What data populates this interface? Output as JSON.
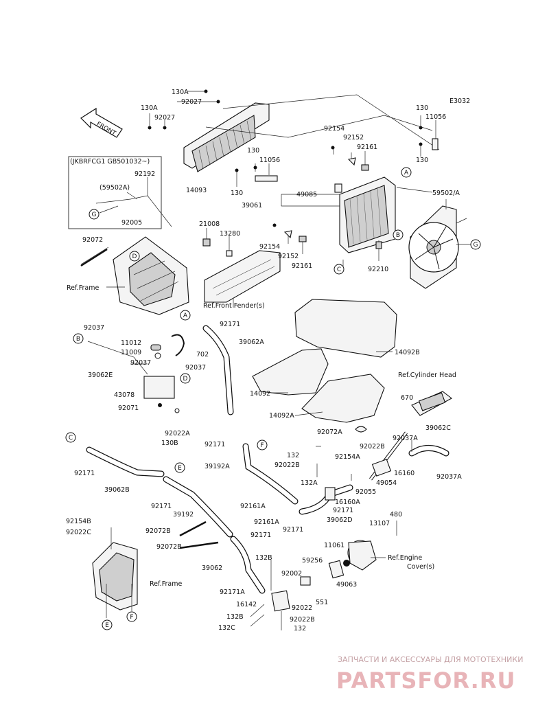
{
  "diagram_code": "E3032",
  "front_label": "FRONT",
  "box_note": "(JKBRFCG1 GB501032~)",
  "refs": {
    "frame_top": "Ref.Frame",
    "front_fender": "Ref.Front Fender(s)",
    "cylinder_head": "Ref.Cylinder Head",
    "engine_cover_1": "Ref.Engine",
    "engine_cover_2": "Cover(s)",
    "frame_bottom": "Ref.Frame"
  },
  "callouts": [
    "A",
    "B",
    "C",
    "D",
    "E",
    "F",
    "G"
  ],
  "parts": {
    "p130A_1": "130A",
    "p92027_1": "92027",
    "p130A_2": "130A",
    "p92027_2": "92027",
    "p130_1": "130",
    "p11056_1": "11056",
    "p130_2": "130",
    "p130_3": "130",
    "p11056_2": "11056",
    "p130_4": "130",
    "p14093": "14093",
    "p92154_1": "92154",
    "p92152_1": "92152",
    "p92161_1": "92161",
    "p49085": "49085",
    "p39061": "39061",
    "p59502A": "59502/A",
    "p92154_2": "92154",
    "p92152_2": "92152",
    "p92161_2": "92161",
    "p92210": "92210",
    "p92192": "92192",
    "p59502A_box": "(59502A)",
    "p92005": "92005",
    "p92072_1": "92072",
    "p21008": "21008",
    "p13280": "13280",
    "p92171_1": "92171",
    "p39062A": "39062A",
    "p14092B": "14092B",
    "p92037_1": "92037",
    "p11012": "11012",
    "p11009": "11009",
    "p702": "702",
    "p92037_2": "92037",
    "p92037_3": "92037",
    "p39062E": "39062E",
    "p43078": "43078",
    "p92071": "92071",
    "p92022A": "92022A",
    "p130B": "130B",
    "p14092": "14092",
    "p14092A": "14092A",
    "p92072A": "92072A",
    "p670": "670",
    "p92037A_1": "92037A",
    "p39062C": "39062C",
    "p92037A_2": "92037A",
    "p92171_2": "92171",
    "p132_1": "132",
    "p92022B_1": "92022B",
    "p92022B_2": "92022B",
    "p92154A": "92154A",
    "p39192A": "39192A",
    "p16160": "16160",
    "p49054": "49054",
    "p132A": "132A",
    "p92055": "92055",
    "p16160A": "16160A",
    "p92171_3": "92171",
    "p39062D": "39062D",
    "p92171_4": "92171",
    "p92171_5": "92171",
    "p39062B": "39062B",
    "p92171_6": "92171",
    "p39192": "39192",
    "p92161A_1": "92161A",
    "p92161A_2": "92161A",
    "p92171_7": "92171",
    "p92154B": "92154B",
    "p92022C": "92022C",
    "p92072B_1": "92072B",
    "p92072B_2": "92072B",
    "p480": "480",
    "p13107": "13107",
    "p11061": "11061",
    "p59256": "59256",
    "p39062": "39062",
    "p132B_1": "132B",
    "p92002": "92002",
    "p49063": "49063",
    "p92171A": "92171A",
    "p16142": "16142",
    "p92022": "92022",
    "p551": "551",
    "p132B_2": "132B",
    "p92022B_3": "92022B",
    "p132C": "132C",
    "p132_2": "132"
  },
  "watermark": {
    "tagline": "ЗАПЧАСТИ И АКСЕССУАРЫ ДЛЯ МОТОТЕХНИКИ",
    "brand": "PARTSFOR.RU"
  }
}
